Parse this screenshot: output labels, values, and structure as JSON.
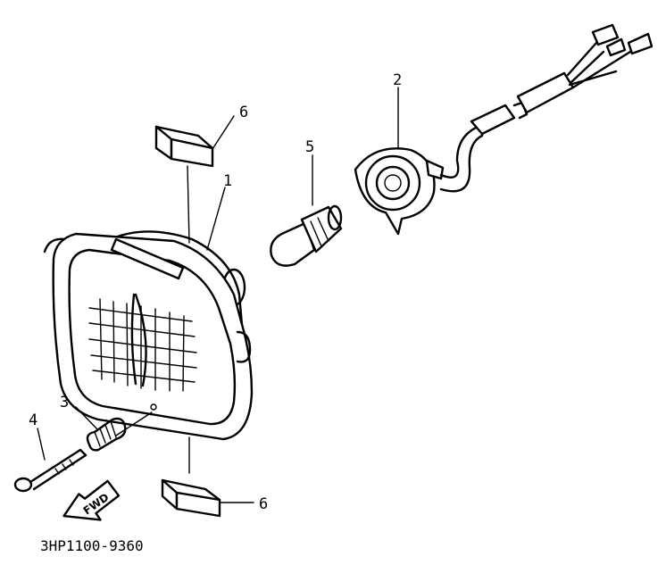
{
  "callouts": {
    "headlight": "1",
    "socket": "2",
    "spring": "3",
    "screw": "4",
    "bulb": "5",
    "pad_top": "6",
    "pad_bottom": "6"
  },
  "fwd_label": "FWD",
  "part_number": "3HP1100-9360"
}
